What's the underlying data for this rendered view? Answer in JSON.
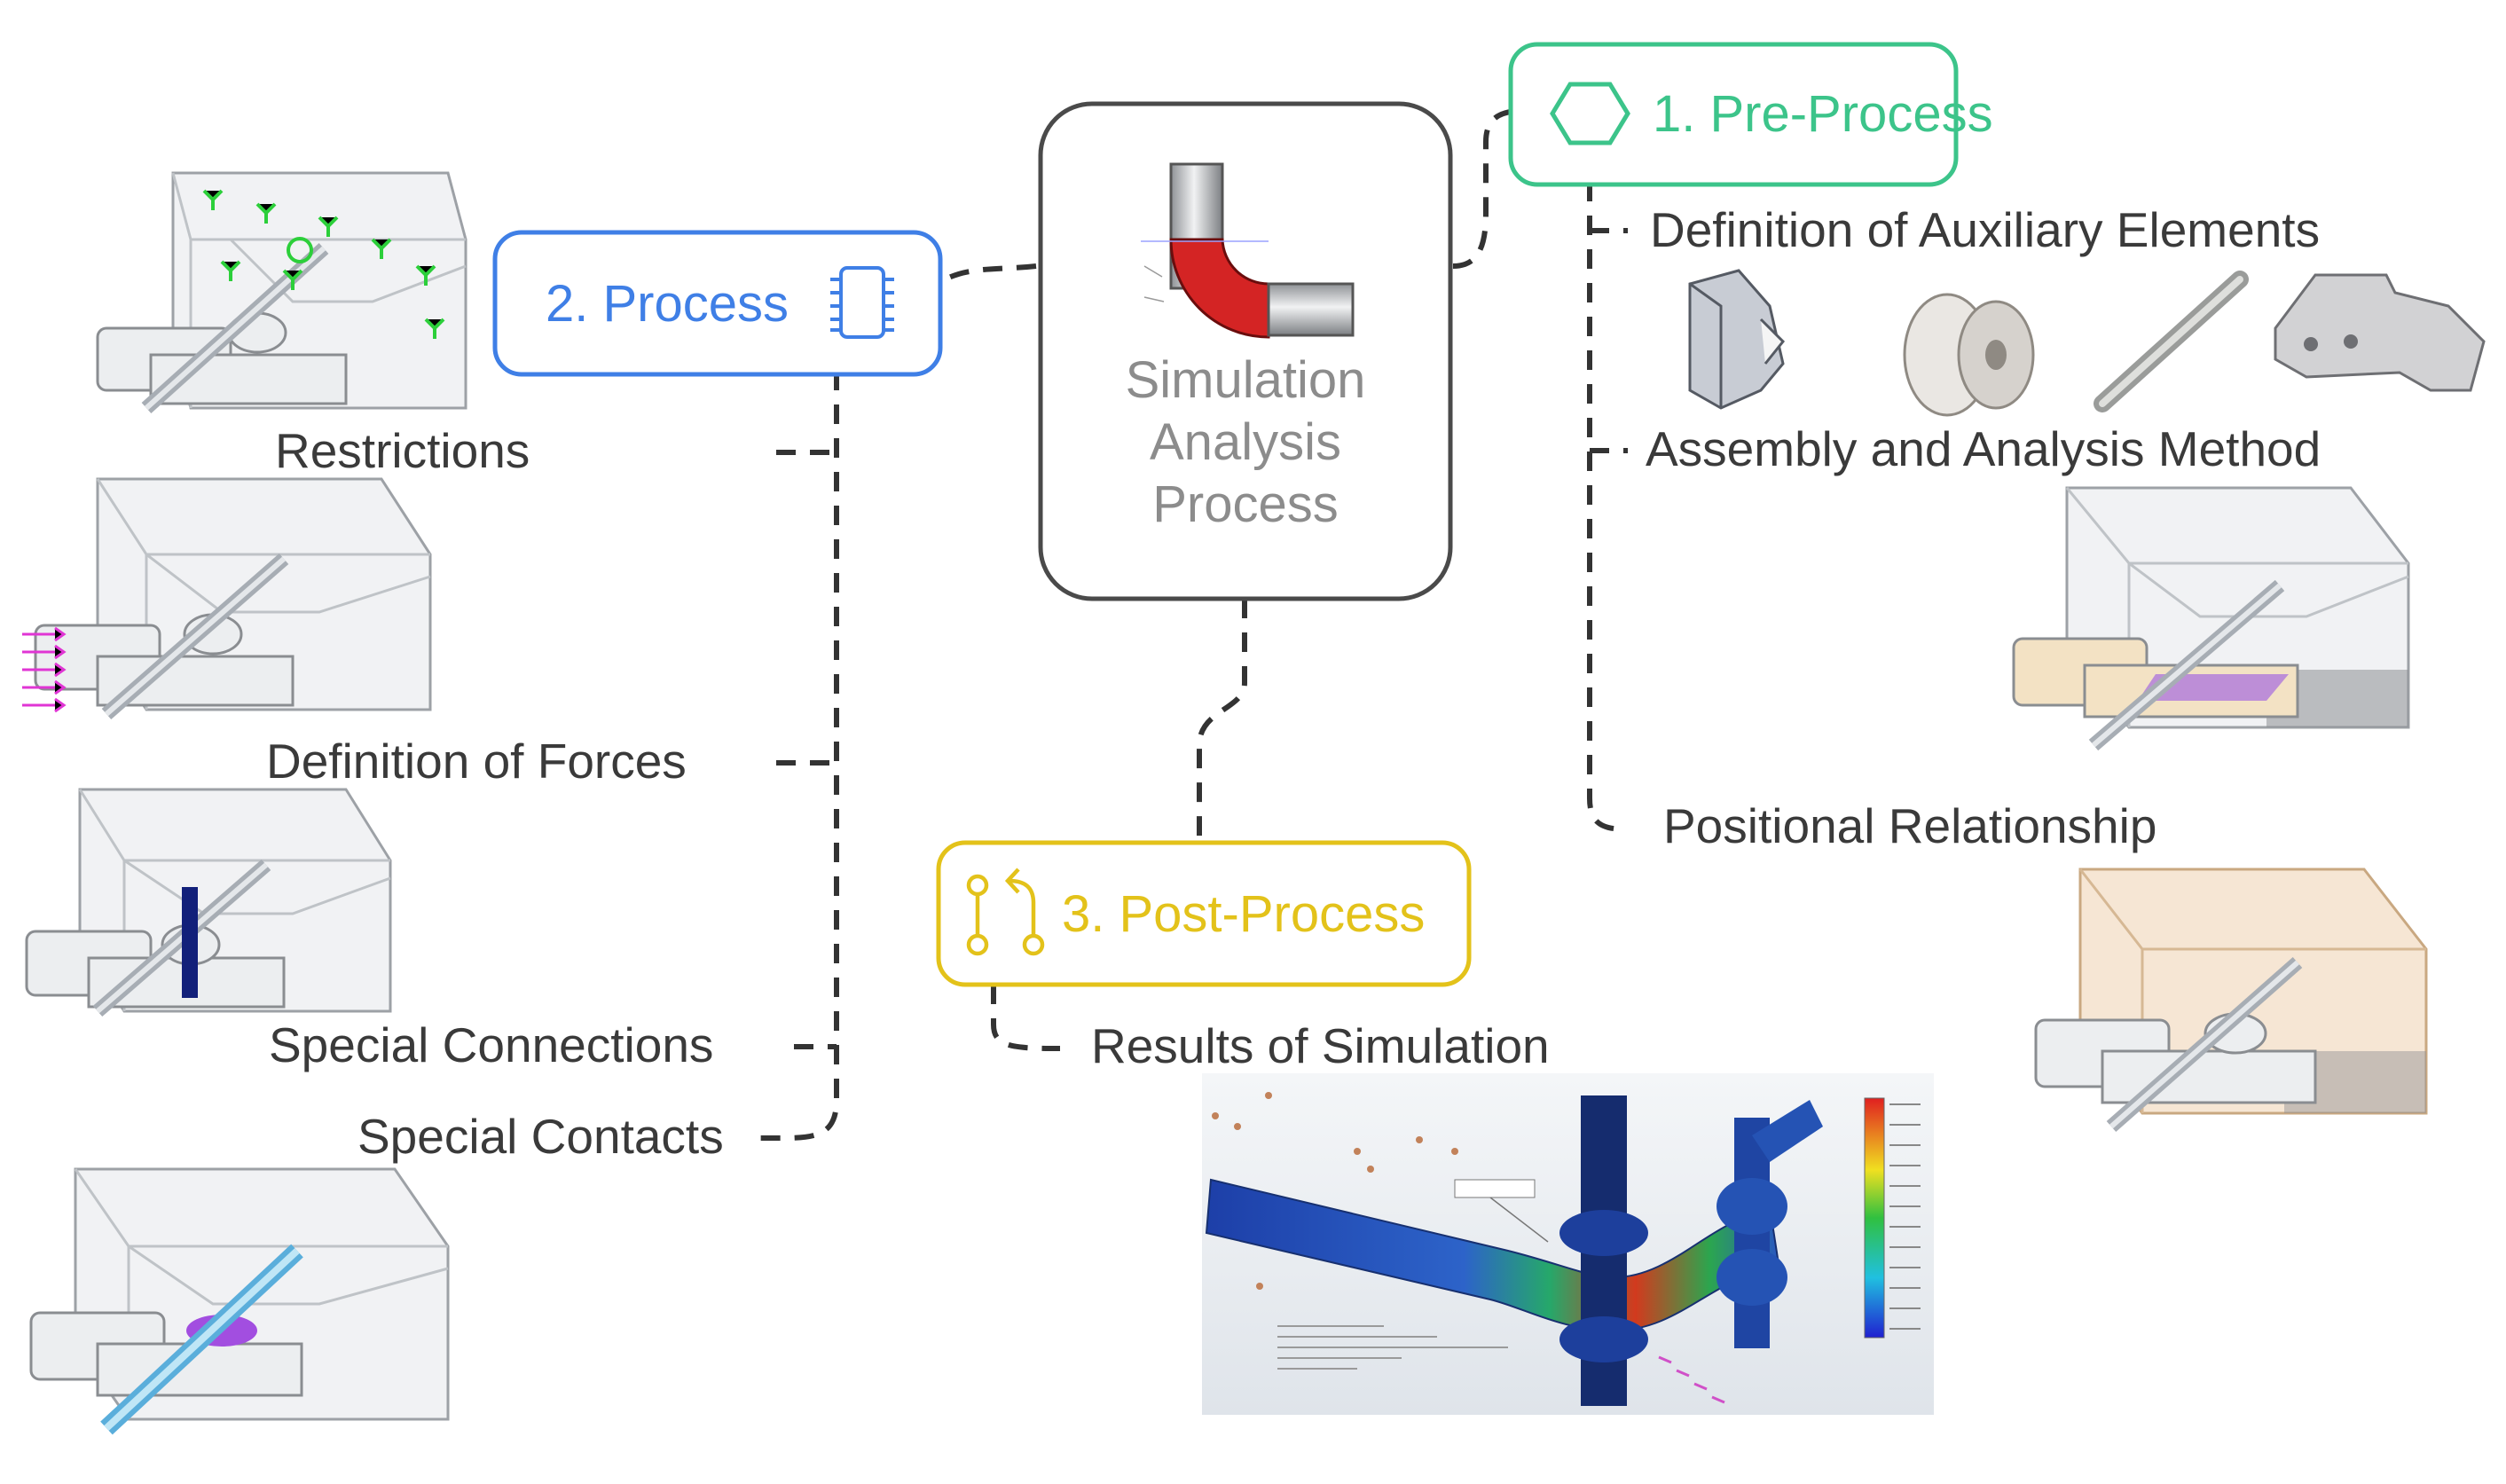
{
  "center": {
    "lines": [
      "Simulation",
      "Analysis",
      "Process"
    ]
  },
  "pre_process": {
    "label": "1. Pre-Process",
    "color": "#3cc48a",
    "icon": "hexagon-icon",
    "items": [
      "Definition of Auxiliary Elements",
      "Assembly and Analysis Method",
      "Positional Relationship"
    ]
  },
  "process": {
    "label": "2. Process",
    "color": "#3f7fe6",
    "icon": "chip-icon",
    "items": [
      "Restrictions",
      "Definition of Forces",
      "Special Connections",
      "Special Contacts"
    ]
  },
  "post_process": {
    "label": "3. Post-Process",
    "color": "#e3c21a",
    "icon": "git-pull-request-icon",
    "items": [
      "Results of Simulation"
    ]
  },
  "colors": {
    "connector": "#333333",
    "text": "#3a3a3a",
    "center_border": "#4a4a4a",
    "center_text": "#8c8c8c",
    "pipe_red": "#d42424"
  }
}
